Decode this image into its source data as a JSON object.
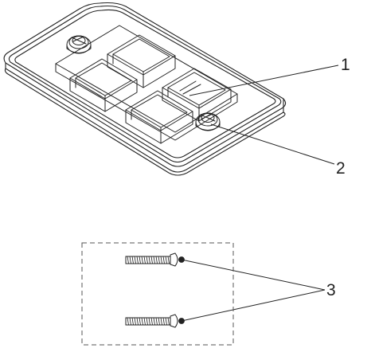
{
  "callouts": [
    {
      "number": "1"
    },
    {
      "number": "2"
    },
    {
      "number": "3"
    }
  ],
  "colors": {
    "line": "#222222",
    "dashed_box": "#555555",
    "background": "#ffffff"
  }
}
